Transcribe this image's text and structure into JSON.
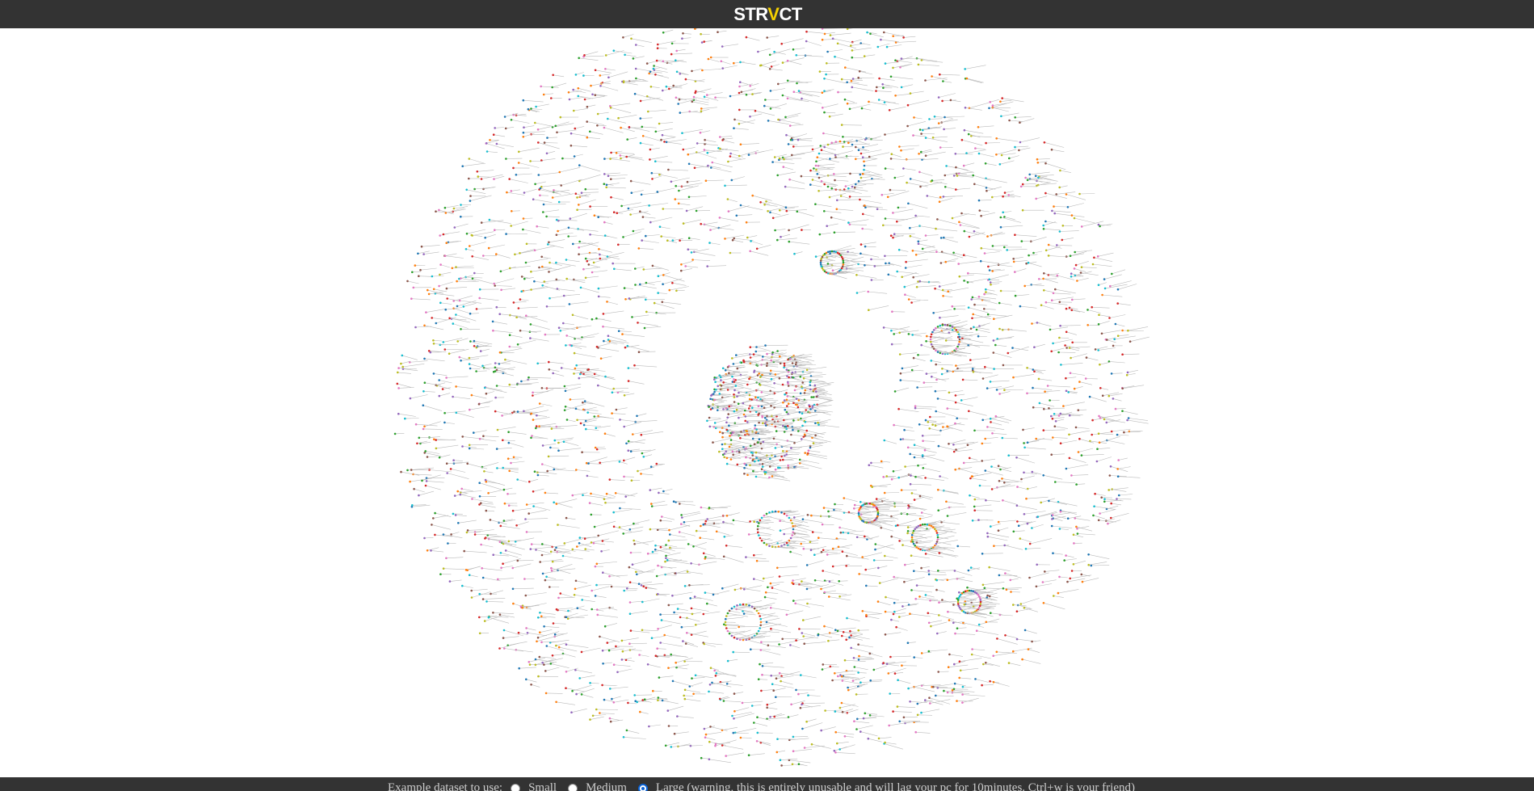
{
  "header": {
    "logo_part1": "STR",
    "logo_accent": "V",
    "logo_part2": "CT",
    "logo_accent_color": "#f5d000",
    "bar_color": "#333333"
  },
  "graph": {
    "description_type": "force-directed network graph",
    "node_colors": [
      "#1f77b4",
      "#ff7f0e",
      "#2ca02c",
      "#d62728",
      "#9467bd",
      "#8c564b",
      "#e377c2",
      "#17becf",
      "#bcbd22"
    ],
    "edge_color": "#bbbbbb"
  },
  "footer": {
    "prompt": "Example dataset to use:",
    "options": [
      {
        "label": "Small",
        "checked": false
      },
      {
        "label": "Medium",
        "checked": false
      },
      {
        "label": "Large (warning, this is entirely unusable and will lag your pc for 10minutes. Ctrl+w is your friend)",
        "checked": true
      }
    ]
  }
}
